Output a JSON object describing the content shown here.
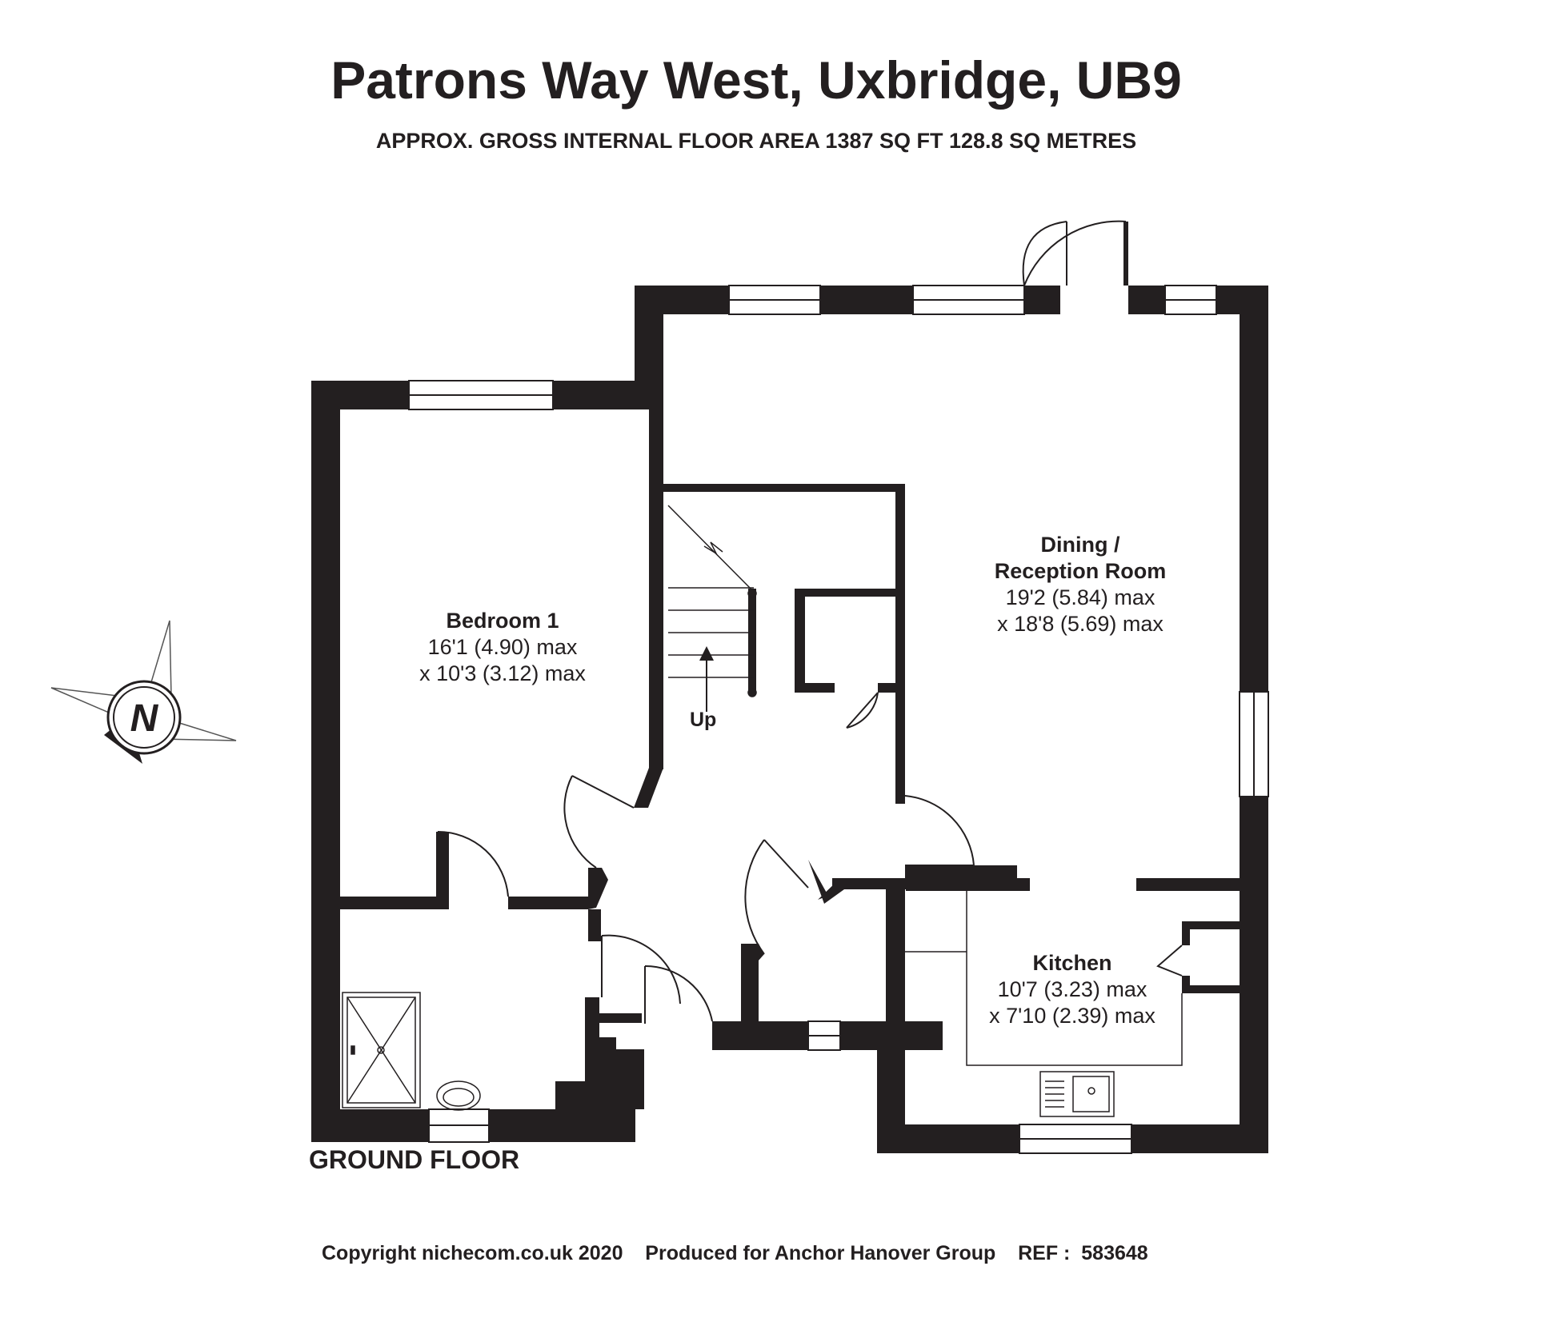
{
  "header": {
    "title": "Patrons Way West, Uxbridge, UB9",
    "subtitle": "APPROX. GROSS INTERNAL FLOOR AREA 1387 SQ FT 128.8 SQ METRES"
  },
  "compass": {
    "letter": "N"
  },
  "rooms": {
    "bedroom": {
      "name": "Bedroom 1",
      "dim1": "16'1 (4.90) max",
      "dim2": "x 10'3 (3.12) max"
    },
    "dining": {
      "name1": "Dining /",
      "name2": "Reception Room",
      "dim1": "19'2 (5.84) max",
      "dim2": "x 18'8 (5.69) max"
    },
    "kitchen": {
      "name": "Kitchen",
      "dim1": "10'7 (3.23) max",
      "dim2": "x 7'10 (2.39) max"
    }
  },
  "stairs": {
    "label": "Up"
  },
  "floor_label": "GROUND FLOOR",
  "footer": {
    "copyright": "Copyright nichecom.co.uk 2020",
    "produced": "Produced for Anchor Hanover Group",
    "ref": "REF :  583648"
  },
  "colors": {
    "wall": "#231f20",
    "background": "#ffffff"
  }
}
